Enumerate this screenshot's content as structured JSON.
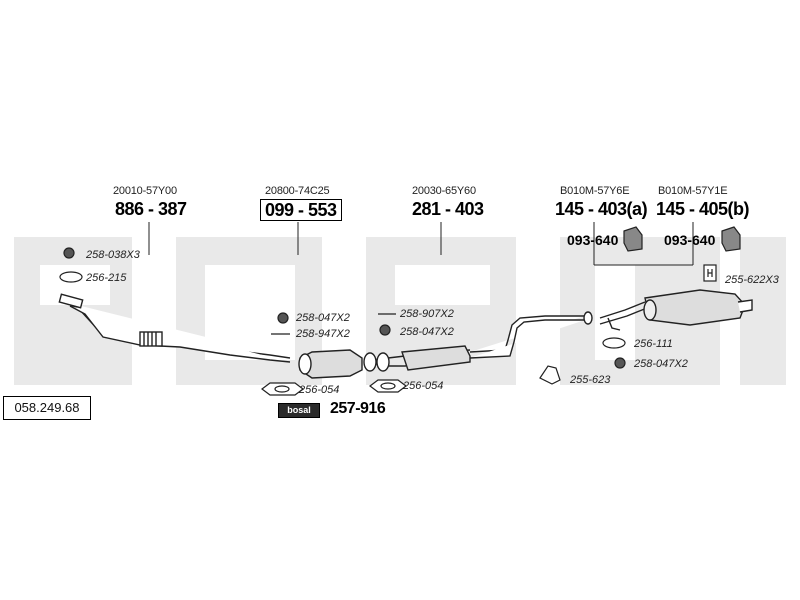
{
  "catalog_number": "058.249.68",
  "brand_badge": "bosal",
  "sections": [
    {
      "oem": "20010-57Y00",
      "ref": "886 - 387"
    },
    {
      "oem": "20800-74C25",
      "ref": "099 - 553"
    },
    {
      "oem": "20030-65Y60",
      "ref": "281 - 403"
    },
    {
      "oem": "B010M-57Y6E",
      "ref": "145 - 403(a)"
    },
    {
      "oem": "B010M-57Y1E",
      "ref": "145 - 405(b)"
    }
  ],
  "mounts": [
    "093-640",
    "093-640"
  ],
  "parts": [
    "258-038X3",
    "256-215",
    "258-047X2",
    "258-947X2",
    "256-054",
    "258-907X2",
    "258-047X2",
    "256-054",
    "255-623",
    "256-111",
    "258-047X2",
    "255-622X3"
  ],
  "kit_ref": "257-916",
  "colors": {
    "watermark": "#e9e9e9",
    "line": "#222222"
  }
}
